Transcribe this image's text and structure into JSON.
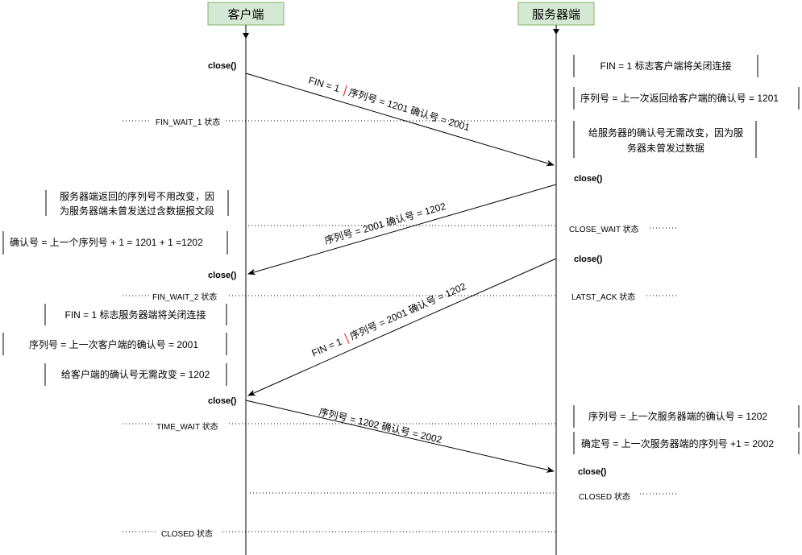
{
  "actors": {
    "client": "客户端",
    "server": "服务器端"
  },
  "messages": {
    "m1_a": "FIN = 1",
    "m1_b": "序列号 = 1201  确认号 = 2001",
    "m2": "序列号 = 2001  确认号 = 1202",
    "m3_a": "FIN = 1",
    "m3_b": "序列号 = 2001  确认号 = 1202",
    "m4": "序列号 = 1202  确认号 = 2002"
  },
  "close_labels": {
    "client_1": "close()",
    "server_1": "close()",
    "client_2": "close()",
    "server_2": "close()",
    "client_3": "close()",
    "server_3": "close()"
  },
  "states": {
    "fin_wait_1": "FIN_WAIT_1 状态",
    "close_wait": "CLOSE_WAIT 状态",
    "fin_wait_2": "FIN_WAIT_2 状态",
    "latst_ack": "LATST_ACK 状态",
    "time_wait": "TIME_WAIT 状态",
    "closed_server": "CLOSED 状态",
    "closed_client": "CLOSED 状态"
  },
  "notes": {
    "s1": "FIN = 1 标志客户端将关闭连接",
    "s2": "序列号 = 上一次返回给客户端的确认号 = 1201",
    "s3_l1": "给服务器的确认号无需改变，因为服",
    "s3_l2": "务器未曾发过数据",
    "c1_l1": "服务器端返回的序列号不用改变，因",
    "c1_l2": "为服务器端未曾发送过含数据报文段",
    "c2": "确认号 = 上一个序列号 + 1 = 1201 + 1 =1202",
    "c3": "FIN = 1 标志服务器端将关闭连接",
    "c4": "序列号 = 上一次客户端的确认号 = 2001",
    "c5": "给客户端的确认号无需改变 = 1202",
    "s4": "序列号 = 上一次服务器端的确认号 = 1202",
    "s5": "确定号 = 上一次服务器端的序列号 +1 = 2002"
  }
}
